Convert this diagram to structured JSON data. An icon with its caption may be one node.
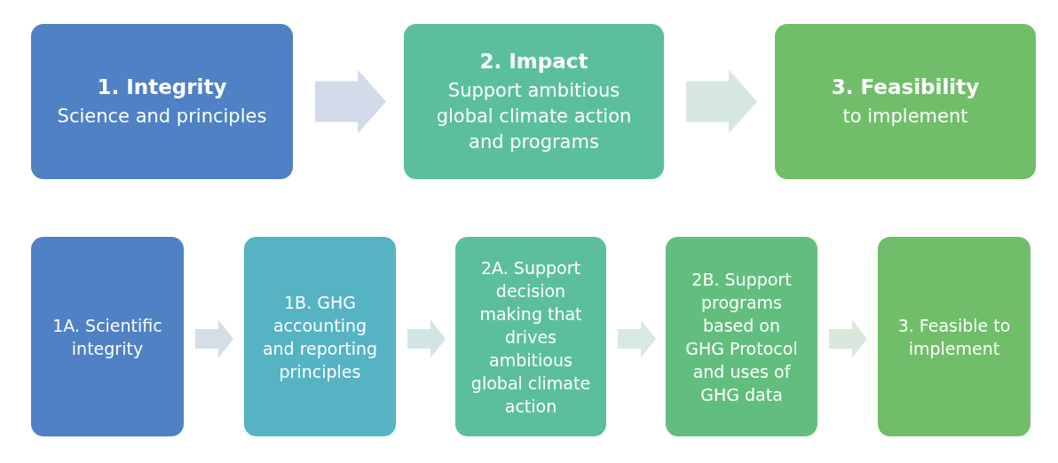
{
  "diagram": {
    "nodes": [
      {
        "text": [
          "1. Integrity",
          "Science and principles"
        ]
      },
      {
        "text": [
          "2. Impact",
          "Support ambitious global climate action and programs"
        ]
      },
      {
        "text": [
          "3. Feasibility",
          "to implement"
        ]
      },
      {
        "text": [
          "1A. Scientific integrity"
        ]
      },
      {
        "text": [
          "1B. GHG accounting and reporting principles"
        ]
      },
      {
        "text": [
          "2A. Support decision making that drives ambitious global climate action"
        ]
      },
      {
        "text": [
          "2B. Support programs based on GHG Protocol and uses of GHG data"
        ]
      },
      {
        "text": [
          "3. Feasible to implement"
        ]
      }
    ],
    "edges": [
      {
        "from": 0,
        "to": 1,
        "arrow": "to",
        "color": "#d3dbea"
      },
      {
        "from": 1,
        "to": 2,
        "arrow": "to",
        "color": "#d6e7df"
      },
      {
        "from": 3,
        "to": 4,
        "arrow": "to",
        "color": "#d5dde9"
      },
      {
        "from": 4,
        "to": 5,
        "arrow": "to",
        "color": "#d2e5e5"
      },
      {
        "from": 5,
        "to": 6,
        "arrow": "to",
        "color": "#d7e9e0"
      },
      {
        "from": 6,
        "to": 7,
        "arrow": "to",
        "color": "#d8e8da"
      }
    ]
  }
}
